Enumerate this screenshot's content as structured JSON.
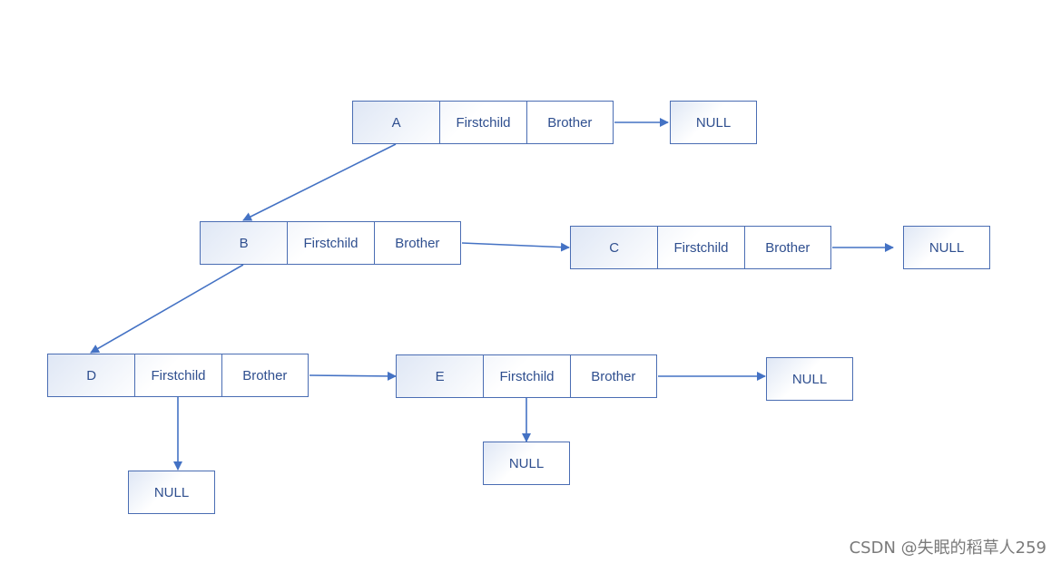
{
  "nodes": {
    "a": {
      "name": "A",
      "firstchild": "Firstchild",
      "brother": "Brother"
    },
    "b": {
      "name": "B",
      "firstchild": "Firstchild",
      "brother": "Brother"
    },
    "c": {
      "name": "C",
      "firstchild": "Firstchild",
      "brother": "Brother"
    },
    "d": {
      "name": "D",
      "firstchild": "Firstchild",
      "brother": "Brother"
    },
    "e": {
      "name": "E",
      "firstchild": "Firstchild",
      "brother": "Brother"
    }
  },
  "nulls": {
    "a_brother": "NULL",
    "c_brother": "NULL",
    "d_firstchild": "NULL",
    "e_firstchild": "NULL",
    "e_brother": "NULL"
  },
  "colors": {
    "line": "#4472c4",
    "border": "#4a6db3",
    "text": "#2f4f8f"
  },
  "watermark": "CSDN @失眠的稻草人259"
}
